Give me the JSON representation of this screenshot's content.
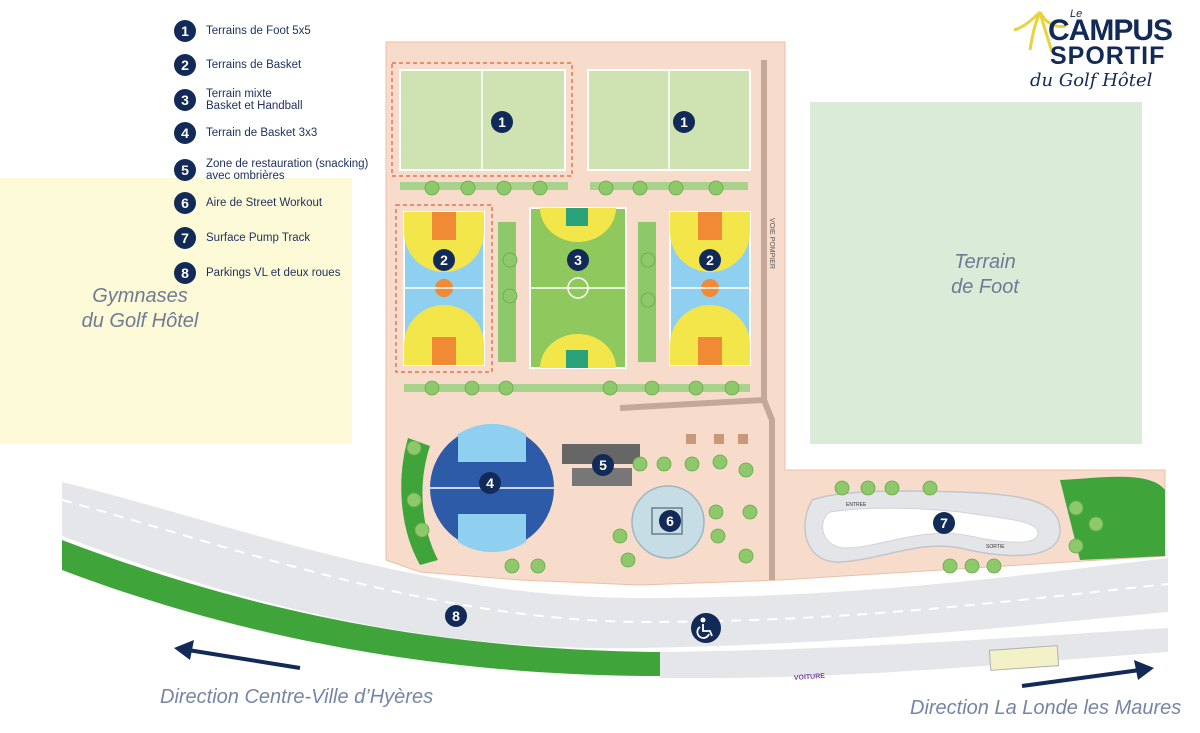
{
  "legend": [
    {
      "num": "1",
      "label": "Terrains de Foot 5x5"
    },
    {
      "num": "2",
      "label": "Terrains de Basket"
    },
    {
      "num": "3",
      "label": "Terrain mixte\nBasket et Handball"
    },
    {
      "num": "4",
      "label": "Terrain de Basket 3x3"
    },
    {
      "num": "5",
      "label": "Zone de restauration (snacking)\navec ombrières"
    },
    {
      "num": "6",
      "label": "Aire de Street Workout"
    },
    {
      "num": "7",
      "label": "Surface Pump Track"
    },
    {
      "num": "8",
      "label": "Parkings VL et deux roues"
    }
  ],
  "areas": {
    "gymnases": "Gymnases\ndu Golf Hôtel",
    "terrain_foot": "Terrain\nde Foot"
  },
  "directions": {
    "left": "Direction Centre-Ville d’Hyères",
    "right": "Direction La Londe les Maures"
  },
  "road_labels": {
    "voie_pompier": "VOIE POMPIER",
    "voiture": "VOITURE",
    "entree": "ENTREE",
    "sortie": "SORTIE"
  },
  "logo": {
    "le": "Le",
    "line1": "CAMPUS",
    "line2": "SPORTIF",
    "line3": "du Golf Hôtel"
  },
  "markers": {
    "m1a": "1",
    "m1b": "1",
    "m2a": "2",
    "m3": "3",
    "m2b": "2",
    "m4": "4",
    "m5": "5",
    "m6": "6",
    "m7": "7",
    "m8": "8"
  },
  "colors": {
    "navy": "#122a57",
    "site_ground": "#f8dccb",
    "foot_green": "#cfe3b2",
    "gymnase_yellow": "#fdfbd7",
    "terrain_green": "#daecd8",
    "basket_blue": "#8fd0f0",
    "basket_yellow": "#f2e64a",
    "basket_orange": "#f08a34",
    "round_court_blue": "#2d5ba8",
    "grass": "#3fa53b"
  }
}
